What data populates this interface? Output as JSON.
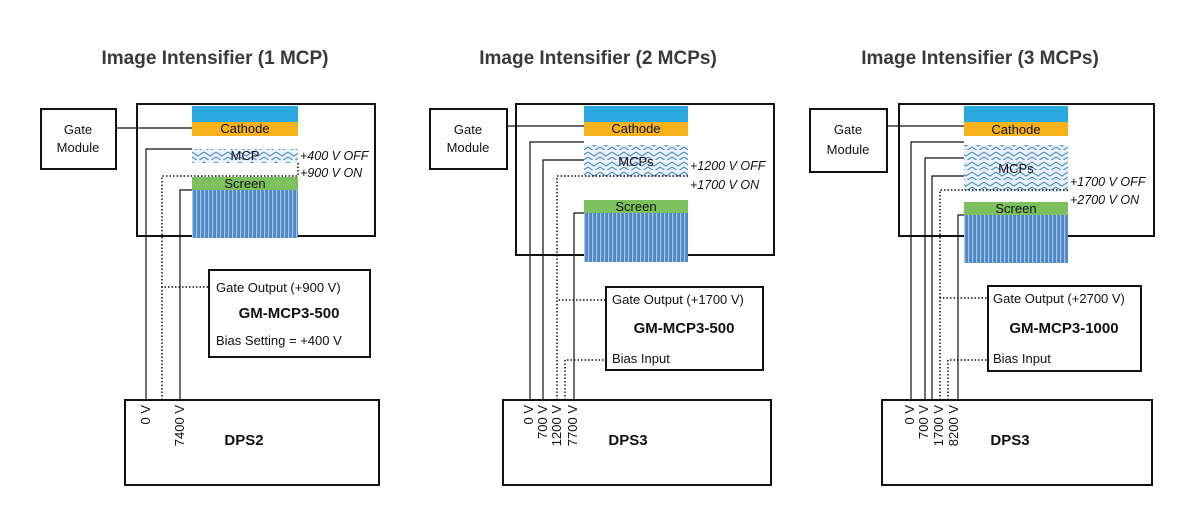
{
  "panels": [
    {
      "title": "Image Intensifier (1 MCP)",
      "gate_module": [
        "Gate",
        "Module"
      ],
      "cathode": "Cathode",
      "mcp": "MCP",
      "screen": "Screen",
      "voltage_off": "+400 V OFF",
      "voltage_on": "+900 V ON",
      "gate_output": "Gate Output (+900 V)",
      "model": "GM-MCP3-500",
      "bias": "Bias Setting = +400 V",
      "psu": "DPS2",
      "taps": [
        "0 V",
        "7400 V"
      ]
    },
    {
      "title": "Image Intensifier (2 MCPs)",
      "gate_module": [
        "Gate",
        "Module"
      ],
      "cathode": "Cathode",
      "mcp": "MCPs",
      "screen": "Screen",
      "voltage_off": "+1200 V OFF",
      "voltage_on": "+1700 V ON",
      "gate_output": "Gate Output (+1700 V)",
      "model": "GM-MCP3-500",
      "bias": "Bias Input",
      "psu": "DPS3",
      "taps": [
        "0 V",
        "700 V",
        "1200 V",
        "7700 V"
      ]
    },
    {
      "title": "Image Intensifier (3 MCPs)",
      "gate_module": [
        "Gate",
        "Module"
      ],
      "cathode": "Cathode",
      "mcp": "MCPs",
      "screen": "Screen",
      "voltage_off": "+1700 V OFF",
      "voltage_on": "+2700 V ON",
      "gate_output": "Gate Output (+2700 V)",
      "model": "GM-MCP3-1000",
      "bias": "Bias Input",
      "psu": "DPS3",
      "taps": [
        "0 V",
        "700 V",
        "1700 V",
        "8200 V"
      ]
    }
  ],
  "colors": {
    "cathode_blue": "#29a9e0",
    "cathode_orange": "#f6b21b",
    "screen_green": "#7dc05e",
    "phosphor_blue": "#4f88c6",
    "mcp_hatch": "#3d7fc0"
  }
}
